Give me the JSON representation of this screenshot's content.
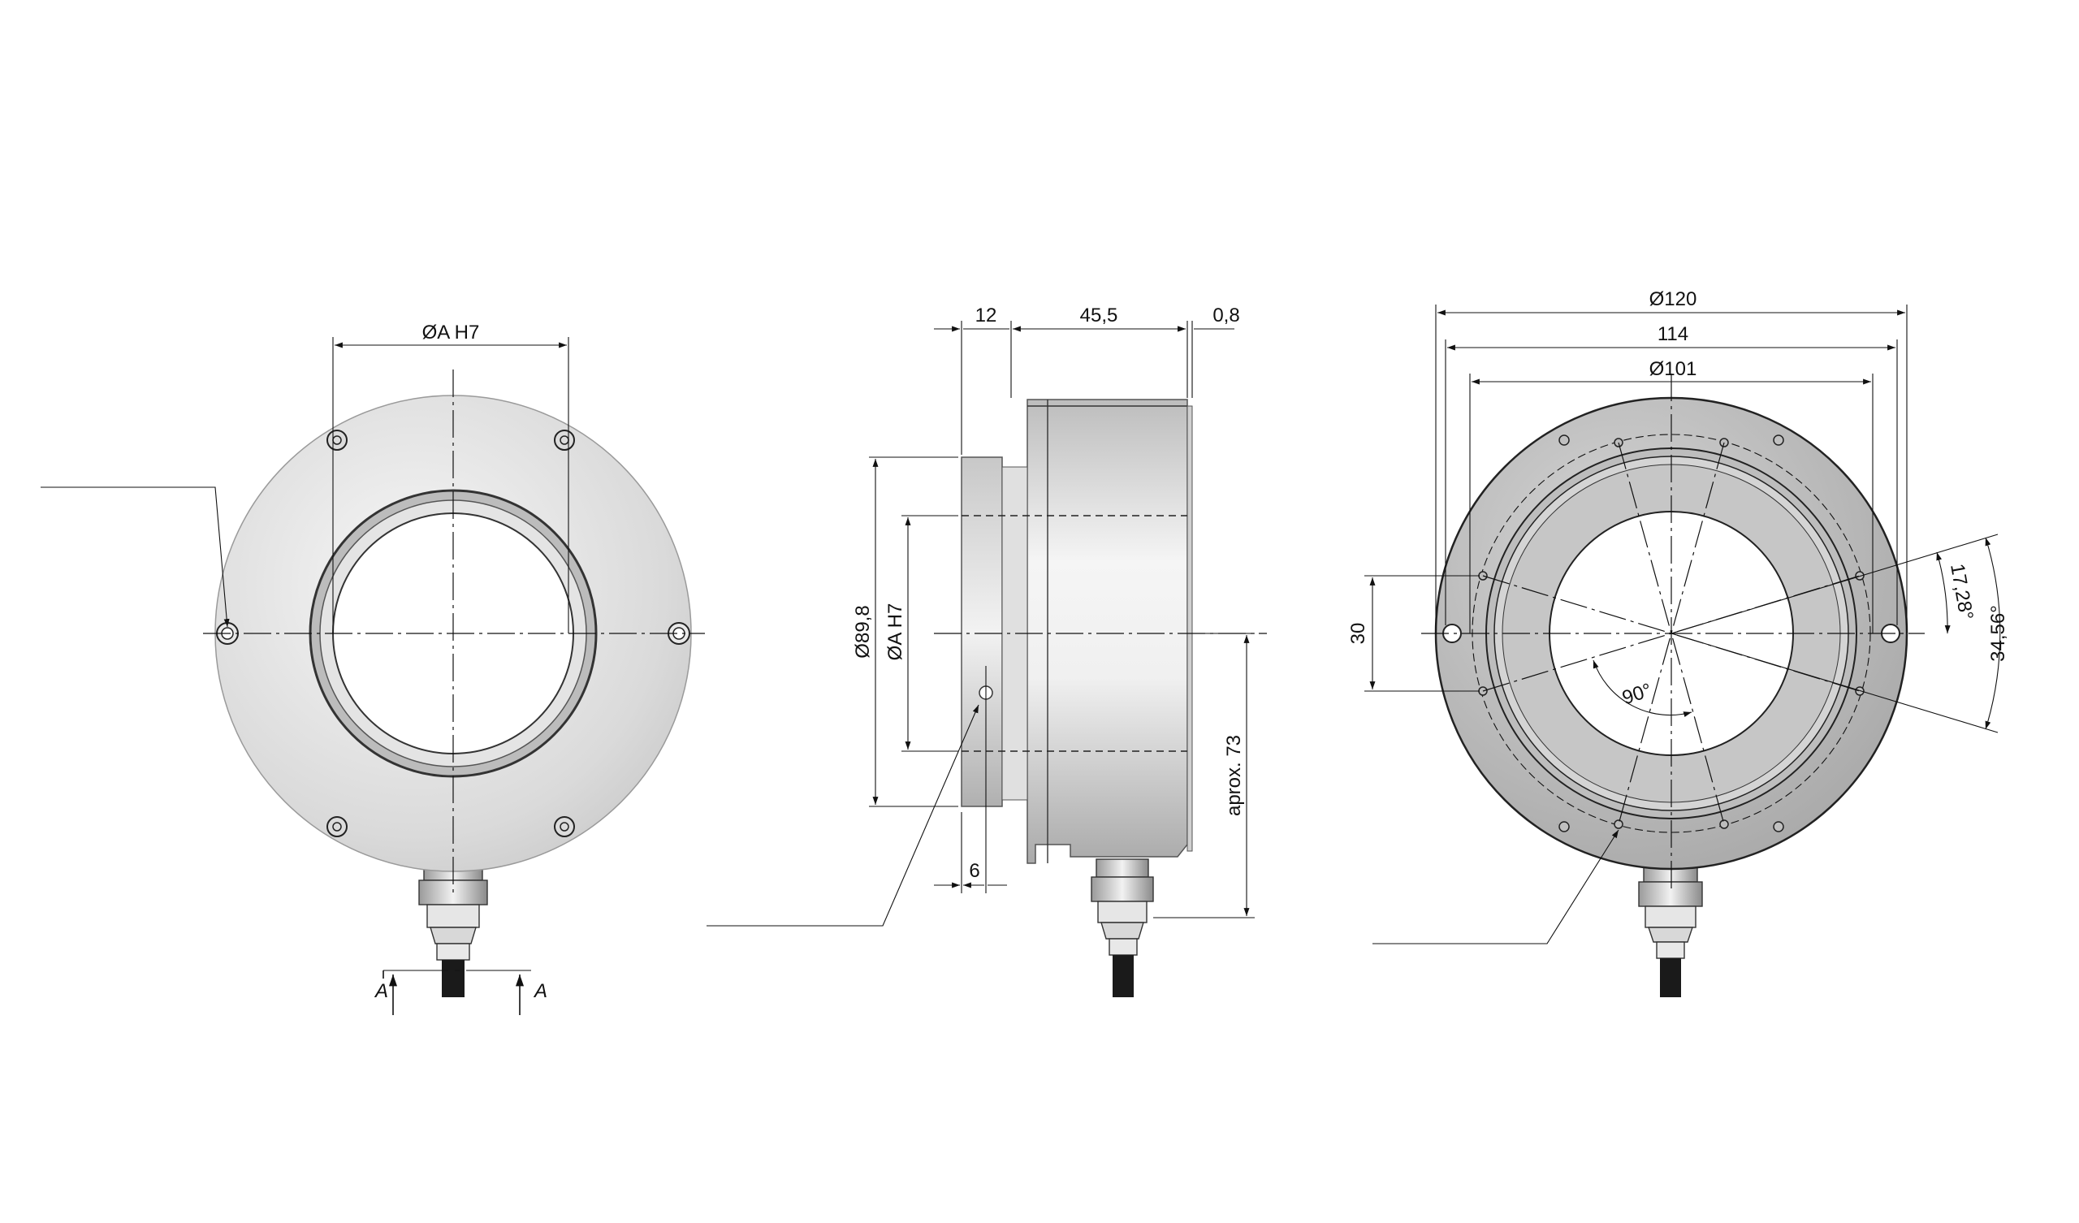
{
  "colors": {
    "line": "#111111",
    "housing_light": "#f4f4f4",
    "housing_mid": "#d2d2d2",
    "housing_dark": "#a9a9a9",
    "cable": "#1a1a1a"
  },
  "views": {
    "front": {
      "dim_bore": "ØA H7",
      "section_letter_left": "A",
      "section_letter_right": "A"
    },
    "side": {
      "dim_flange": "12",
      "dim_body": "45,5",
      "dim_cover": "0,8",
      "dim_outer_dia": "Ø89,8",
      "dim_bore": "ØA H7",
      "dim_screw_offset": "6",
      "dim_height": "aprox. 73"
    },
    "rear": {
      "dim_outer": "Ø120",
      "dim_bolt_circle": "114",
      "dim_pitch": "Ø101",
      "dim_slot_spacing": "30",
      "angle_small": "17,28°",
      "angle_large": "34,56°",
      "angle_right": "90°"
    }
  }
}
